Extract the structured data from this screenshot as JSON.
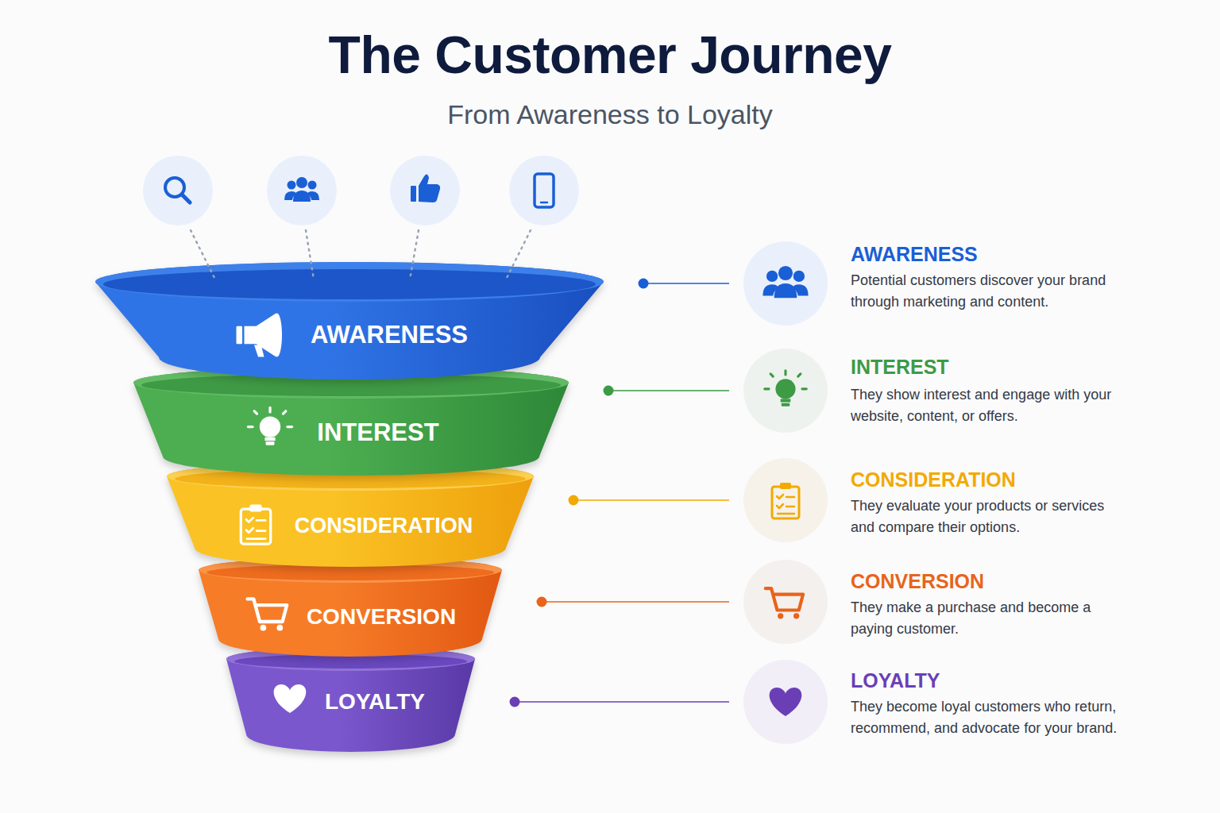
{
  "diagram": {
    "title": "The Customer Journey",
    "caption": "From Awareness to Loyalty",
    "nodes": [
      {
        "text": [
          "AWARENESS"
        ]
      },
      {
        "text": [
          "INTEREST"
        ]
      },
      {
        "text": [
          "CONSIDERATION"
        ]
      },
      {
        "text": [
          "CONVERSION"
        ]
      },
      {
        "text": [
          "LOYALTY"
        ]
      },
      {
        "text": [
          "AWARENESS",
          "Potential customers discover your brand through marketing and content."
        ]
      },
      {
        "text": [
          "INTEREST",
          "They show interest and engage with your website, content, or offers."
        ]
      },
      {
        "text": [
          "CONSIDERATION",
          "They evaluate your products or services and compare their options."
        ]
      },
      {
        "text": [
          "CONVERSION",
          "They make a purchase and become a paying customer."
        ]
      },
      {
        "text": [
          "LOYALTY",
          "They become loyal customers who return, recommend, and advocate for your brand."
        ]
      }
    ],
    "edges": [
      {
        "from": 0,
        "to": 5,
        "arrow": "none"
      },
      {
        "from": 1,
        "to": 6,
        "arrow": "none"
      },
      {
        "from": 2,
        "to": 7,
        "arrow": "none"
      },
      {
        "from": 3,
        "to": 8,
        "arrow": "none"
      },
      {
        "from": 4,
        "to": 9,
        "arrow": "none"
      }
    ]
  }
}
